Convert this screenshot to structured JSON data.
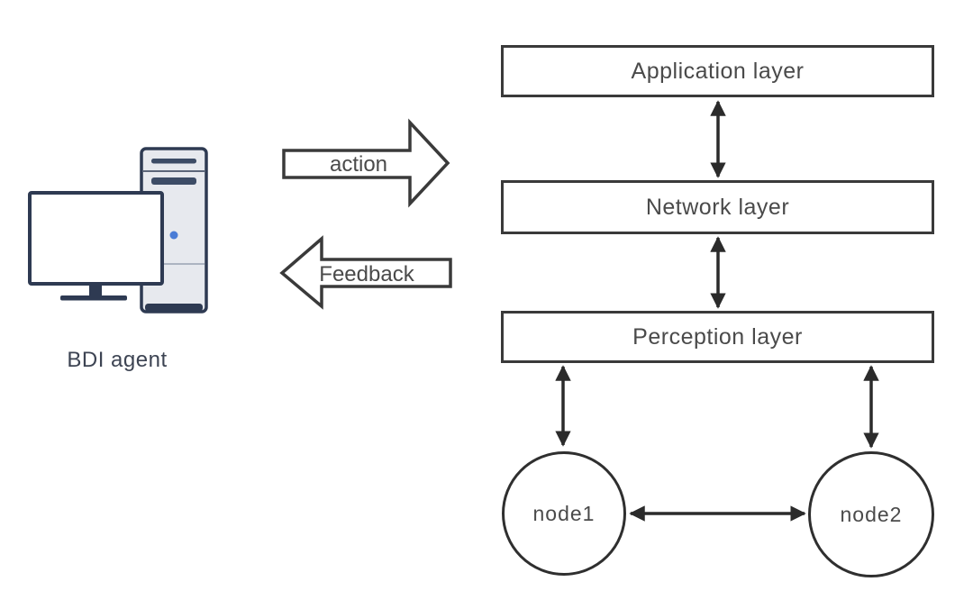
{
  "diagram": {
    "agent": {
      "label": "BDI agent",
      "icon": "desktop-computer-icon"
    },
    "arrows": {
      "action": {
        "label": "action",
        "direction": "right",
        "from": "BDI agent",
        "to": "layer stack"
      },
      "feedback": {
        "label": "Feedback",
        "direction": "left",
        "from": "layer stack",
        "to": "BDI agent"
      }
    },
    "layers": [
      {
        "label": "Application layer"
      },
      {
        "label": "Network layer"
      },
      {
        "label": "Perception layer"
      }
    ],
    "nodes": [
      {
        "label": "node1"
      },
      {
        "label": "node2"
      }
    ],
    "connections": [
      {
        "from": "Application layer",
        "to": "Network layer",
        "style": "double-headed-arrow"
      },
      {
        "from": "Network layer",
        "to": "Perception layer",
        "style": "double-headed-arrow"
      },
      {
        "from": "Perception layer",
        "to": "node1",
        "style": "double-headed-arrow"
      },
      {
        "from": "Perception layer",
        "to": "node2",
        "style": "double-headed-arrow"
      },
      {
        "from": "node1",
        "to": "node2",
        "style": "double-headed-arrow"
      }
    ],
    "colors": {
      "background": "#ffffff",
      "box_border": "#3a3a3a",
      "box_fill": "#ffffff",
      "text": "#4a4a4a",
      "connector": "#2b2b2b",
      "computer_outline": "#2e3a52",
      "computer_body": "#e7e9ee",
      "computer_slot": "#3d4c66",
      "power_light_blue": "#4a7cd6",
      "agent_label_text": "#3d4453"
    }
  }
}
